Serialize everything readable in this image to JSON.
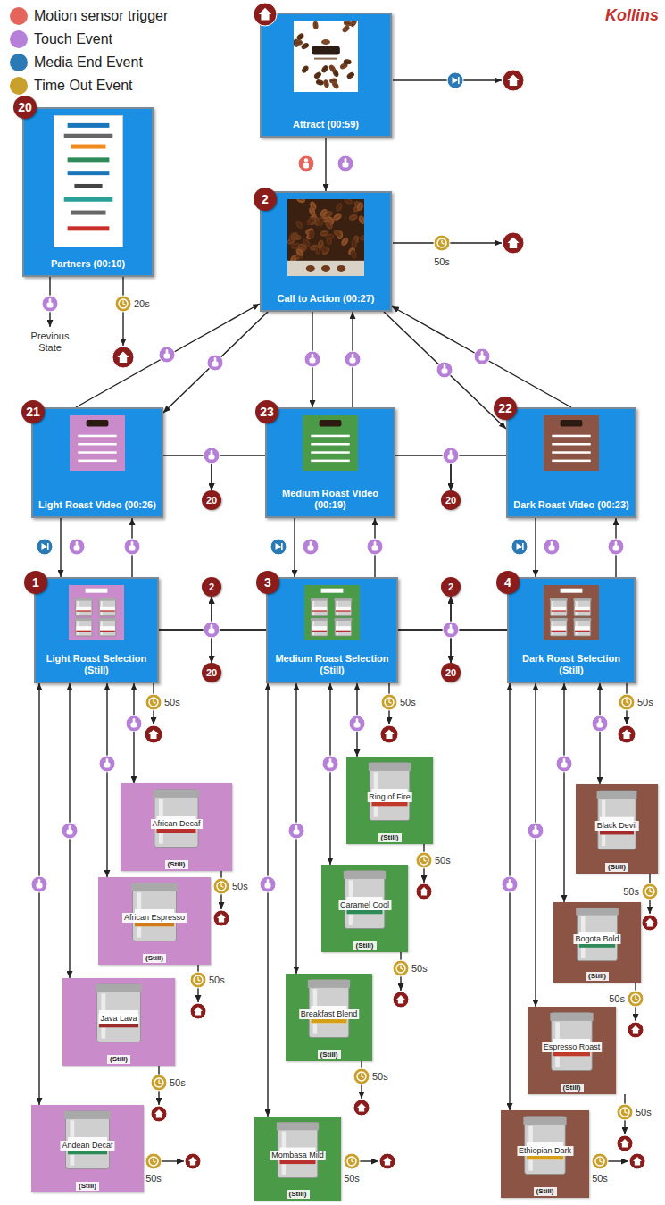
{
  "diagram": {
    "nodes": [
      {
        "text": [
          "Attract (00:59)"
        ]
      },
      {
        "text": [
          "Partners (00:10)"
        ]
      },
      {
        "text": [
          "Call to Action (00:27)"
        ]
      },
      {
        "text": [
          "Light Roast Video (00:26)"
        ]
      },
      {
        "text": [
          "Medium Roast Video (00:19)"
        ]
      },
      {
        "text": [
          "Dark Roast Video (00:23)"
        ]
      },
      {
        "text": [
          "20"
        ]
      },
      {
        "text": [
          "20"
        ]
      },
      {
        "text": [
          "Light Roast Selection (Still)"
        ]
      },
      {
        "text": [
          "Medium Roast Selection (Still)"
        ]
      },
      {
        "text": [
          "Dark Roast Selection (Still)"
        ]
      },
      {
        "text": [
          "2"
        ]
      },
      {
        "text": [
          "20"
        ]
      },
      {
        "text": [
          "2"
        ]
      },
      {
        "text": [
          "20"
        ]
      },
      {
        "text": [
          "African Decaf",
          "(Still)"
        ]
      },
      {
        "text": [
          "African Espresso",
          "(Still)"
        ]
      },
      {
        "text": [
          "Java Lava",
          "(Still)"
        ]
      },
      {
        "text": [
          "Andean Decaf",
          "(Still)"
        ]
      },
      {
        "text": [
          "Ring of Fire",
          "(Still)"
        ]
      },
      {
        "text": [
          "Caramel Cool",
          "(Still)"
        ]
      },
      {
        "text": [
          "Breakfast Blend",
          "(Still)"
        ]
      },
      {
        "text": [
          "Mombasa Mild",
          "(Still)"
        ]
      },
      {
        "text": [
          "Black Devil",
          "(Still)"
        ]
      },
      {
        "text": [
          "Bogota Bold",
          "(Still)"
        ]
      },
      {
        "text": [
          "Espresso Roast",
          "(Still)"
        ]
      },
      {
        "text": [
          "Ethiopian Dark",
          "(Still)"
        ]
      }
    ],
    "edges": [
      {
        "from": 0,
        "to": 2,
        "arrow": "to"
      },
      {
        "from": 3,
        "to": 2,
        "arrow": "to"
      },
      {
        "from": 2,
        "to": 3,
        "arrow": "to"
      },
      {
        "from": 2,
        "to": 4,
        "arrow": "to"
      },
      {
        "from": 4,
        "to": 2,
        "arrow": "to"
      },
      {
        "from": 5,
        "to": 2,
        "arrow": "to"
      },
      {
        "from": 2,
        "to": 5,
        "arrow": "to"
      },
      {
        "from": 3,
        "to": 6,
        "arrow": "to"
      },
      {
        "from": 4,
        "to": 6,
        "arrow": "to"
      },
      {
        "from": 4,
        "to": 7,
        "arrow": "to"
      },
      {
        "from": 5,
        "to": 7,
        "arrow": "to"
      },
      {
        "from": 3,
        "to": 8,
        "arrow": "to"
      },
      {
        "from": 8,
        "to": 3,
        "arrow": "to"
      },
      {
        "from": 4,
        "to": 9,
        "arrow": "to"
      },
      {
        "from": 9,
        "to": 4,
        "arrow": "to"
      },
      {
        "from": 5,
        "to": 10,
        "arrow": "to"
      },
      {
        "from": 10,
        "to": 5,
        "arrow": "to"
      },
      {
        "from": 8,
        "to": 11,
        "arrow": "to"
      },
      {
        "from": 9,
        "to": 11,
        "arrow": "to"
      },
      {
        "from": 8,
        "to": 12,
        "arrow": "to"
      },
      {
        "from": 9,
        "to": 12,
        "arrow": "to"
      },
      {
        "from": 9,
        "to": 13,
        "arrow": "to"
      },
      {
        "from": 10,
        "to": 13,
        "arrow": "to"
      },
      {
        "from": 9,
        "to": 14,
        "arrow": "to"
      },
      {
        "from": 10,
        "to": 14,
        "arrow": "to"
      },
      {
        "from": 8,
        "to": 15,
        "arrow": "both"
      },
      {
        "from": 8,
        "to": 16,
        "arrow": "both"
      },
      {
        "from": 8,
        "to": 17,
        "arrow": "both"
      },
      {
        "from": 8,
        "to": 18,
        "arrow": "both"
      },
      {
        "from": 9,
        "to": 19,
        "arrow": "both"
      },
      {
        "from": 9,
        "to": 20,
        "arrow": "both"
      },
      {
        "from": 9,
        "to": 21,
        "arrow": "both"
      },
      {
        "from": 9,
        "to": 22,
        "arrow": "both"
      },
      {
        "from": 10,
        "to": 23,
        "arrow": "both"
      },
      {
        "from": 10,
        "to": 24,
        "arrow": "both"
      },
      {
        "from": 10,
        "to": 25,
        "arrow": "both"
      },
      {
        "from": 10,
        "to": 26,
        "arrow": "both"
      }
    ],
    "labels": [
      "Kollins",
      "2",
      "20",
      "21",
      "23",
      "22",
      "1",
      "3",
      "4",
      "Previous State",
      "50s",
      "20s",
      "50s",
      "50s",
      "50s",
      "50s",
      "50s",
      "50s",
      "50s",
      "50s",
      "50s",
      "50s",
      "50s",
      "50s",
      "50s",
      "50s",
      "50s"
    ],
    "legend": [
      {
        "text": "Motion sensor trigger",
        "color": "#e5645c"
      },
      {
        "text": "Touch Event",
        "color": "#b67fd8"
      },
      {
        "text": "Media End Event",
        "color": "#2b7ab5"
      },
      {
        "text": "Time Out Event",
        "color": "#c9a02c"
      }
    ]
  }
}
